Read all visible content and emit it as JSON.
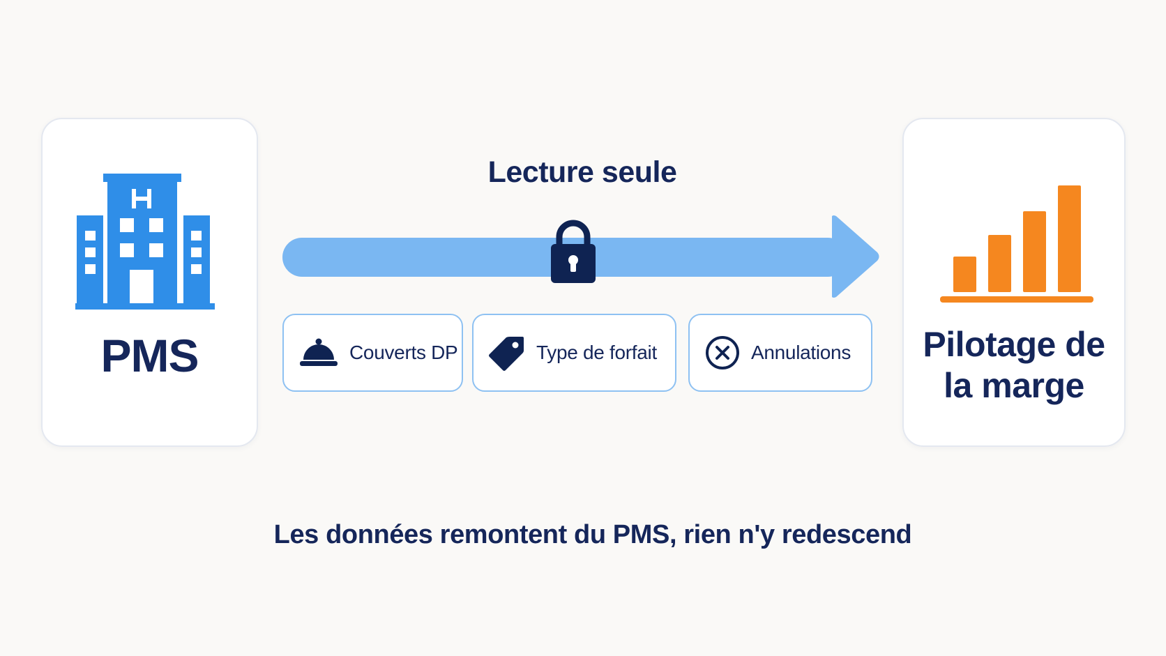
{
  "source_node": {
    "label": "PMS",
    "icon": "hotel-building-icon",
    "icon_letter": "H",
    "icon_color": "#2f8ee8"
  },
  "arrow": {
    "label": "Lecture seule",
    "icon": "lock-icon",
    "color": "#7ab7f2"
  },
  "data_items": [
    {
      "label": "Couverts DP",
      "icon": "cloche-icon"
    },
    {
      "label": "Type de forfait",
      "icon": "price-tag-icon"
    },
    {
      "label": "Annulations",
      "icon": "cancel-circle-icon"
    }
  ],
  "target_node": {
    "label_line1": "Pilotage de",
    "label_line2": "la marge",
    "icon": "bar-chart-icon",
    "icon_color": "#f5871f"
  },
  "caption": "Les données remontent du PMS, rien n'y redescend",
  "colors": {
    "text": "#15265a",
    "chip_border": "#8ec1f2",
    "background": "#faf9f7"
  }
}
